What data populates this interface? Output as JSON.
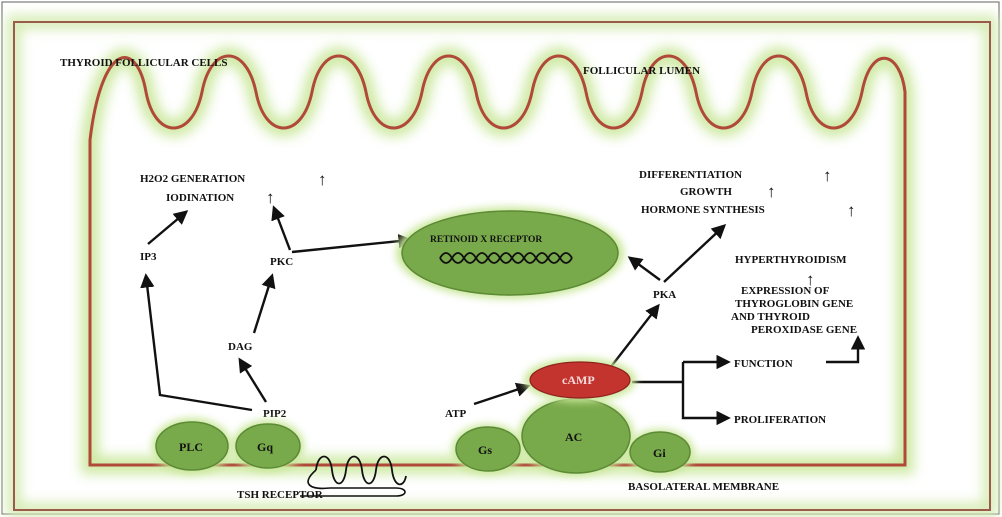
{
  "colors": {
    "membrane": "#b0493a",
    "glow": "#c9e79a",
    "bubble": "#78a94a",
    "bubble_stroke": "#5c8a35",
    "camp": "#c4342f"
  },
  "labels": {
    "thyroid_follicular_cells": "THYROID FOLLICULAR CELLS",
    "follicular_lumen": "FOLLICULAR LUMEN",
    "basolateral_membrane": "BASOLATERAL MEMBRANE",
    "tsh_receptor": "TSH RECEPTOR",
    "h2o2_generation": "H2O2 GENERATION",
    "iodination": "IODINATION",
    "ip3": "IP3",
    "pkc": "PKC",
    "dag": "DAG",
    "pip2": "PIP2",
    "plc": "PLC",
    "gq": "Gq",
    "retinoid_x_receptor": "RETINOID X RECEPTOR",
    "differentiation": "DIFFERENTIATION",
    "growth": "GROWTH",
    "hormone_synthesis": "HORMONE SYNTHESIS",
    "hyperthyroidism": "HYPERTHYROIDISM",
    "expression_line1": "EXPRESSION OF",
    "expression_line2": "THYROGLOBIN GENE",
    "expression_line3": "AND THYROID",
    "expression_line4": "PEROXIDASE GENE",
    "pka": "PKA",
    "camp": "cAMP",
    "atp": "ATP",
    "function": "FUNCTION",
    "proliferation": "PROLIFERATION",
    "gs": "Gs",
    "ac": "AC",
    "gi": "Gi"
  },
  "up_arrow_glyph": "↑"
}
